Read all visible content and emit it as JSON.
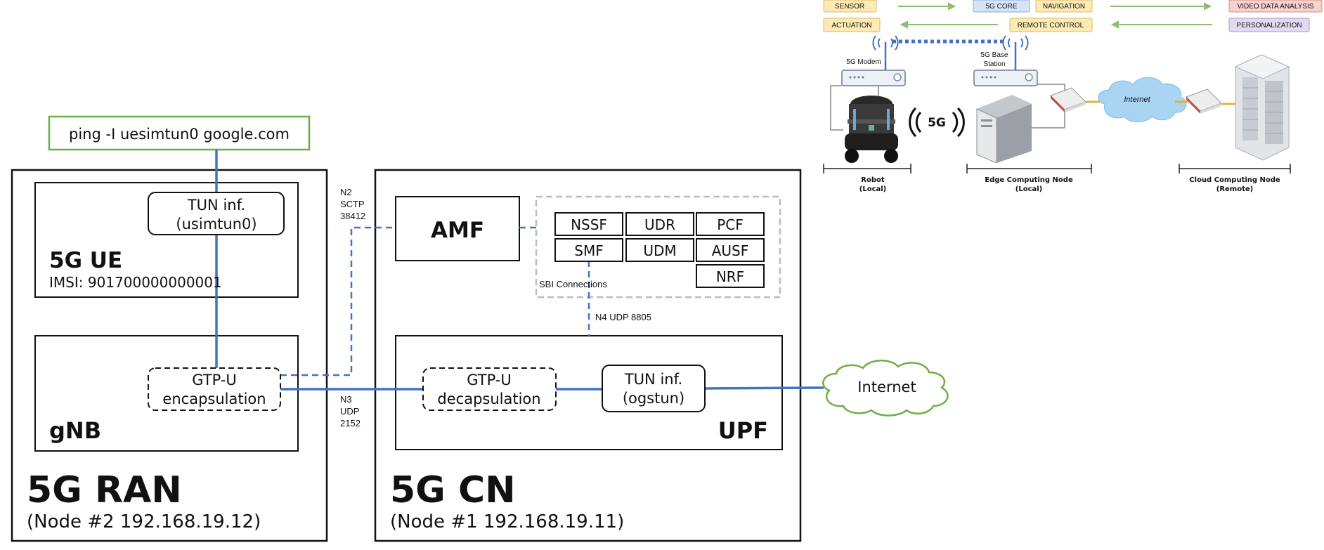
{
  "command": "ping -I uesimtun0 google.com",
  "ran": {
    "title": "5G RAN",
    "node": "(Node #2 192.168.19.12)",
    "ue": {
      "title": "5G UE",
      "imsi": "IMSI: 901700000000001",
      "tun_line1": "TUN inf.",
      "tun_line2": "(usimtun0)"
    },
    "gnb": {
      "title": "gNB",
      "gtp_line1": "GTP-U",
      "gtp_line2": "encapsulation"
    }
  },
  "links": {
    "n2": [
      "N2",
      "SCTP",
      "38412"
    ],
    "n3": [
      "N3",
      "UDP",
      "2152"
    ],
    "n4": "N4 UDP 8805"
  },
  "cn": {
    "title": "5G CN",
    "node": "(Node #1 192.168.19.11)",
    "amf": "AMF",
    "nfs": [
      "NSSF",
      "UDR",
      "PCF",
      "SMF",
      "UDM",
      "AUSF",
      "NRF"
    ],
    "sbi": "SBI Connections",
    "upf": {
      "title": "UPF",
      "gtp_line1": "GTP-U",
      "gtp_line2": "decapsulation",
      "tun_line1": "TUN inf.",
      "tun_line2": "(ogstun)"
    }
  },
  "internet_cloud": "Internet",
  "inset": {
    "flow_tags": {
      "sensor": "SENSOR",
      "actuation": "ACTUATION",
      "core": "5G CORE",
      "navigation": "NAVIGATION",
      "remote_control": "REMOTE CONTROL",
      "video": "VIDEO DATA ANALYSIS",
      "personalization": "PERSONALIZATION"
    },
    "modem_label": "5G Modem",
    "base_station_line1": "5G Base",
    "base_station_line2": "Station",
    "badge_5g": "5G",
    "internet": "Internet",
    "nodes": {
      "robot_line1": "Robot",
      "robot_line2": "(Local)",
      "edge_line1": "Edge Computing Node",
      "edge_line2": "(Local)",
      "cloud_line1": "Cloud Computing Node",
      "cloud_line2": "(Remote)"
    },
    "colors": {
      "yellow_tag": "#FDEBB3",
      "blue_tag": "#D6E4F8",
      "red_tag": "#F8D2CE",
      "purple_tag": "#E3DAF0",
      "arrow_green": "#8DBF6E",
      "link_blue": "#4472C4"
    }
  }
}
